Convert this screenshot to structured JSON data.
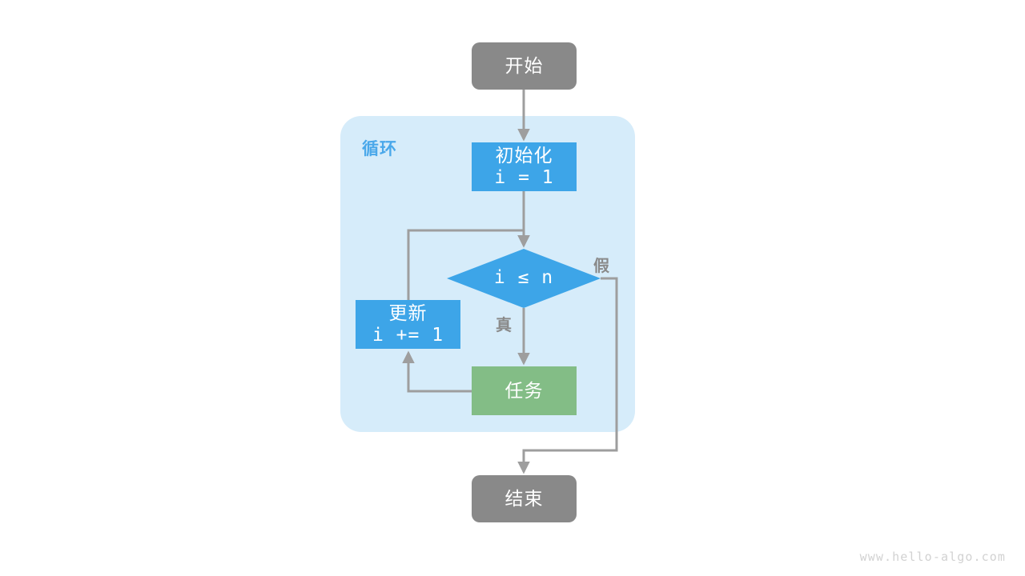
{
  "diagram": {
    "title_watermark": "www.hello-algo.com",
    "group": {
      "label": "循环",
      "color": "#d6ecfa",
      "label_color": "#4aa8ea"
    },
    "colors": {
      "terminal": "#898989",
      "process": "#3da5e8",
      "task": "#83bd86",
      "edge": "#9e9e9e",
      "group_bg": "#d6ecfa",
      "text_on_node": "#ffffff",
      "branch_label": "#8a8a8a",
      "watermark": "#d2d2d2"
    },
    "nodes": {
      "start": {
        "label": "开始",
        "shape": "rounded-rect",
        "fill": "#898989"
      },
      "init": {
        "line1": "初始化",
        "line2": "i = 1",
        "shape": "rect",
        "fill": "#3da5e8"
      },
      "condition": {
        "label": "i ≤ n",
        "shape": "diamond",
        "fill": "#3da5e8"
      },
      "update": {
        "line1": "更新",
        "line2": "i += 1",
        "shape": "rect",
        "fill": "#3da5e8"
      },
      "task": {
        "label": "任务",
        "shape": "rect",
        "fill": "#83bd86"
      },
      "end": {
        "label": "结束",
        "shape": "rounded-rect",
        "fill": "#898989"
      }
    },
    "edges": {
      "true_label": "真",
      "false_label": "假"
    }
  }
}
